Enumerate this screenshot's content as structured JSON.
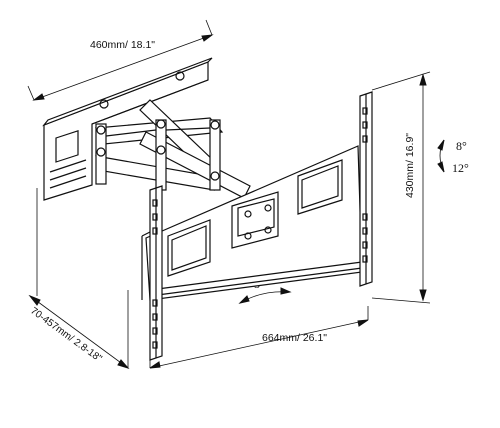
{
  "dimensions": {
    "top_width": "460mm/ 18.1\"",
    "height": "430mm/ 16.9\"",
    "extension": "70-457mm/ 2.8-18\"",
    "width": "664mm/ 26.1\""
  },
  "angles": {
    "tilt_up": "8°",
    "tilt_down": "12°",
    "swivel": "5°"
  },
  "colors": {
    "line": "#111111",
    "background": "#ffffff"
  }
}
